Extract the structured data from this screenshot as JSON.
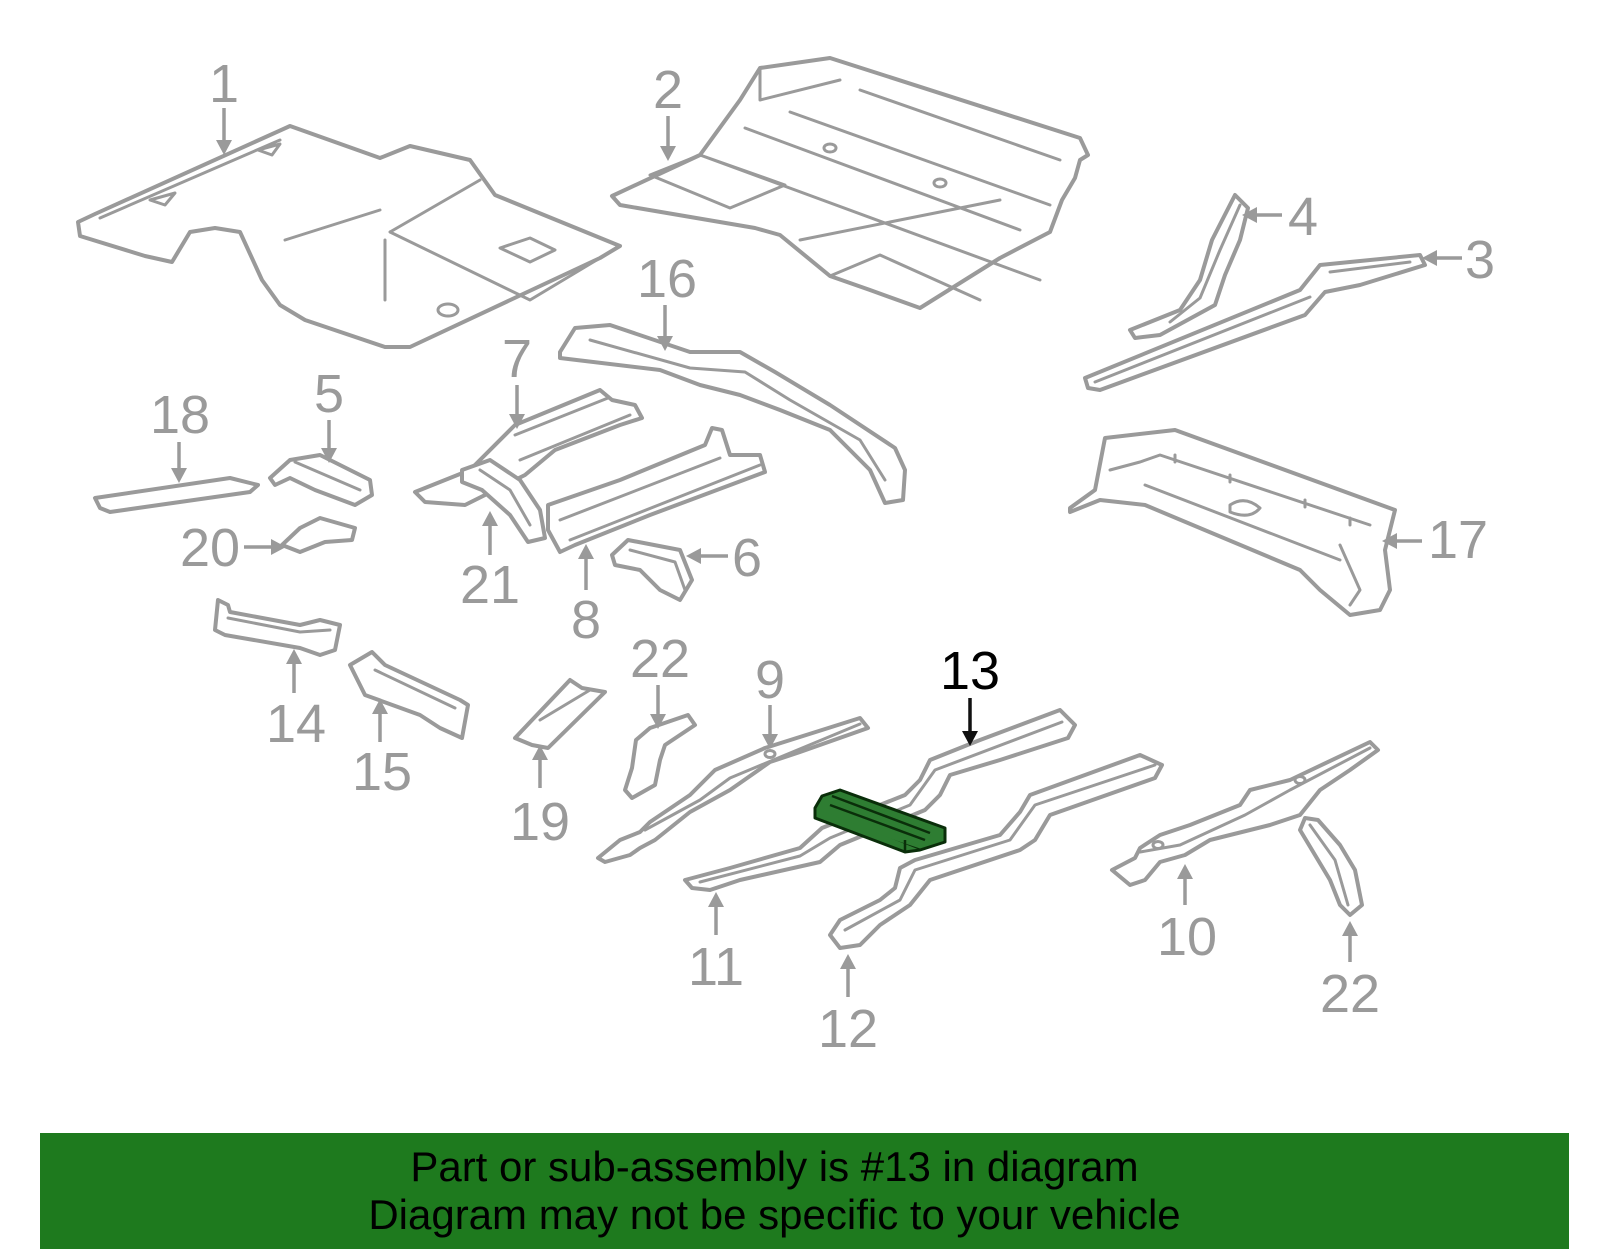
{
  "diagram": {
    "highlighted_part": "13",
    "colors": {
      "part_stroke": "#9a9a9a",
      "highlight_fill": "#2e7d32",
      "banner_bg": "#1e7a1e"
    },
    "callouts": [
      {
        "id": "c1",
        "label": "1"
      },
      {
        "id": "c2",
        "label": "2"
      },
      {
        "id": "c3",
        "label": "3"
      },
      {
        "id": "c4",
        "label": "4"
      },
      {
        "id": "c5",
        "label": "5"
      },
      {
        "id": "c6",
        "label": "6"
      },
      {
        "id": "c7",
        "label": "7"
      },
      {
        "id": "c8",
        "label": "8"
      },
      {
        "id": "c9",
        "label": "9"
      },
      {
        "id": "c10",
        "label": "10"
      },
      {
        "id": "c11",
        "label": "11"
      },
      {
        "id": "c12",
        "label": "12"
      },
      {
        "id": "c13",
        "label": "13"
      },
      {
        "id": "c14",
        "label": "14"
      },
      {
        "id": "c15",
        "label": "15"
      },
      {
        "id": "c16",
        "label": "16"
      },
      {
        "id": "c17",
        "label": "17"
      },
      {
        "id": "c18",
        "label": "18"
      },
      {
        "id": "c19",
        "label": "19"
      },
      {
        "id": "c20",
        "label": "20"
      },
      {
        "id": "c21",
        "label": "21"
      },
      {
        "id": "c22a",
        "label": "22"
      },
      {
        "id": "c22b",
        "label": "22"
      }
    ]
  },
  "banner": {
    "line1": "Part or sub-assembly is #13 in diagram",
    "line2": "Diagram may not be specific to your vehicle"
  }
}
